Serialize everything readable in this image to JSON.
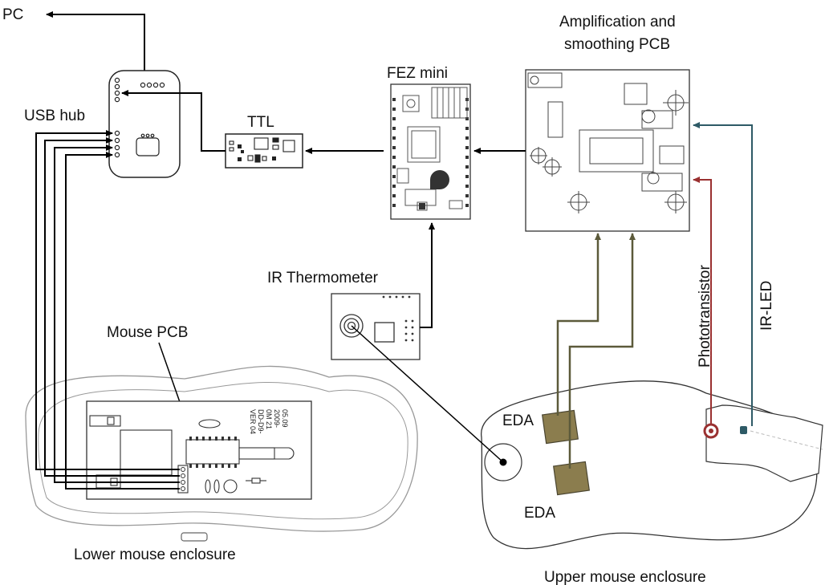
{
  "labels": {
    "pc": "PC",
    "usb_hub": "USB hub",
    "ttl": "TTL",
    "fez_mini": "FEZ mini",
    "amp_line1": "Amplification and",
    "amp_line2": "smoothing PCB",
    "ir_thermometer": "IR Thermometer",
    "mouse_pcb": "Mouse PCB",
    "lower_enclosure": "Lower mouse enclosure",
    "upper_enclosure": "Upper mouse enclosure",
    "eda_top": "EDA",
    "eda_bottom": "EDA",
    "phototransistor": "Phototransistor",
    "ir_led": "IR-LED"
  },
  "pcb_text": [
    "VER 04",
    "DD-D9-",
    "0M 21",
    "2009-",
    "05.09"
  ],
  "colors": {
    "line": "#000000",
    "eda": "#5c5a3a",
    "eda_pad": "#8b7d4e",
    "phototransistor": "#9a3030",
    "ir_led": "#2e5a66",
    "outline": "#888888"
  }
}
